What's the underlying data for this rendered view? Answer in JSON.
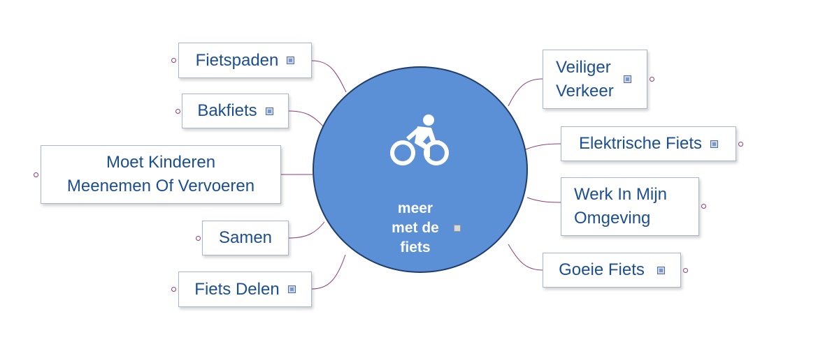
{
  "central_topic": {
    "label": "meer\nmet de\nfiets",
    "icon": "cyclist-icon"
  },
  "left_topics": [
    {
      "id": "fietspaden",
      "label": "Fietspaden"
    },
    {
      "id": "bakfiets",
      "label": "Bakfiets"
    },
    {
      "id": "moet-kinderen",
      "label_line1": "Moet Kinderen",
      "label_line2": "Meenemen Of Vervoeren"
    },
    {
      "id": "samen",
      "label": "Samen"
    },
    {
      "id": "fiets-delen",
      "label": "Fiets Delen"
    }
  ],
  "right_topics": [
    {
      "id": "veiliger-verkeer",
      "label_line1": "Veiliger",
      "label_line2": "Verkeer"
    },
    {
      "id": "elektrische-fiets",
      "label": "Elektrische Fiets"
    },
    {
      "id": "werk-in-mijn-omgeving",
      "label_line1": "Werk In Mijn",
      "label_line2": "Omgeving"
    },
    {
      "id": "goeie-fiets",
      "label": "Goeie Fiets"
    }
  ],
  "colors": {
    "central_fill": "#5b8fd6",
    "central_border": "#1f3c6b",
    "topic_text": "#1c4f8f",
    "connector": "#8a3e7a"
  }
}
